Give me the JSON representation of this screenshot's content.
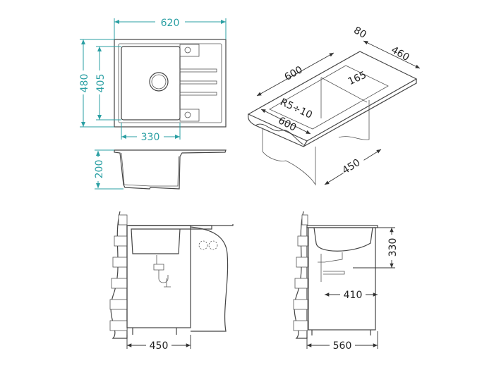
{
  "colors": {
    "dimension_teal": "#2a9fa3",
    "line": "#444444"
  },
  "top_view": {
    "width": "620",
    "depth": "480",
    "bowl_depth": "405",
    "bowl_width": "330"
  },
  "side_view": {
    "height": "200"
  },
  "iso_view": {
    "rear_margin": "80",
    "depth": "460",
    "length": "600",
    "edge": "165",
    "radius": "R5÷10",
    "front_length": "600",
    "cabinet_depth": "450"
  },
  "front_cabinet": {
    "cabinet_width": "450"
  },
  "side_cabinet": {
    "cabinet_depth": "560",
    "height": "330",
    "drain_offset": "410"
  }
}
